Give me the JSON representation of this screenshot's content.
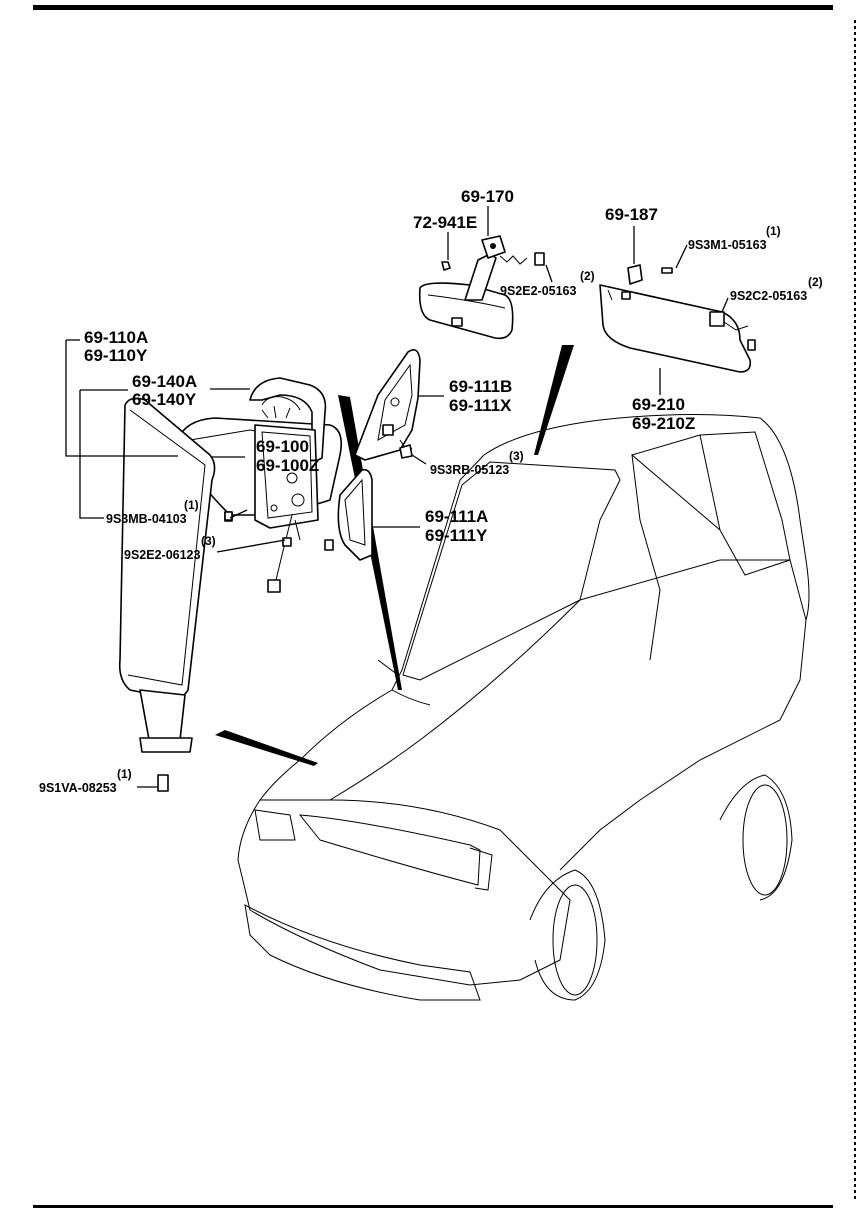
{
  "labels": {
    "p69_170": "69-170",
    "p72_941E": "72-941E",
    "p9S2E2_05163": "9S2E2-05163",
    "q9S2E2_05163": "(2)",
    "p69_187": "69-187",
    "p9S3M1_05163": "9S3M1-05163",
    "q9S3M1_05163": "(1)",
    "p9S2C2_05163": "9S2C2-05163",
    "q9S2C2_05163": "(2)",
    "p69_210": "69-210",
    "p69_210Z": "69-210Z",
    "p69_111B": "69-111B",
    "p69_111X": "69-111X",
    "p9S3RB_05123": "9S3RB-05123",
    "q9S3RB_05123": "(3)",
    "p69_111A": "69-111A",
    "p69_111Y": "69-111Y",
    "p69_110A": "69-110A",
    "p69_110Y": "69-110Y",
    "p69_140A": "69-140A",
    "p69_140Y": "69-140Y",
    "p9S3MB_04103": "9S3MB-04103",
    "q9S3MB_04103": "(1)",
    "p9S2E2_06123": "9S2E2-06123",
    "q9S2E2_06123": "(3)",
    "p69_100": "69-100",
    "p69_100Z": "69-100Z",
    "p9S1VA_08253": "9S1VA-08253",
    "q9S1VA_08253": "(1)"
  },
  "colors": {
    "ink": "#000000",
    "paper": "#ffffff"
  }
}
